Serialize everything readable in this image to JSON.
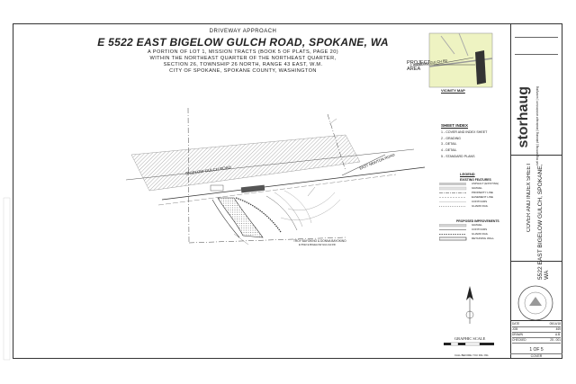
{
  "header": {
    "kicker": "DRIVEWAY APPROACH",
    "title": "E 5522 EAST BIGELOW GULCH ROAD, SPOKANE, WA",
    "description_lines": [
      "A PORTION OF LOT 1, MISSION TRACTS (BOOK 5 OF PLATS, PAGE 20)",
      "WITHIN THE NORTHEAST QUARTER OF THE NORTHEAST QUARTER,",
      "SECTION 26, TOWNSHIP 26 NORTH, RANGE 43 EAST, W.M.",
      "CITY OF SPOKANE, SPOKANE COUNTY, WASHINGTON"
    ]
  },
  "vicinity_map": {
    "caption": "VICINITY MAP",
    "project_label": "PROJECT\nAREA",
    "road_label": "E BIGELOW GULCH RD"
  },
  "sheet_index": {
    "heading": "SHEET INDEX",
    "items": [
      "1 - COVER AND INDEX SHEET",
      "2 - GRADING",
      "3 - DETAIL",
      "4 - DETAIL",
      "5 - STANDARD PLANS"
    ]
  },
  "legend": {
    "heading": "LEGEND",
    "existing_heading": "EXISTING FEATURES",
    "existing_items": [
      "ASPHALT (EXISTING)",
      "GRAVEL",
      "PROPERTY LINE",
      "EASEMENT LINE",
      "CONTOURS",
      "GUARD RAIL"
    ],
    "proposed_heading": "PROPOSED IMPROVEMENTS",
    "proposed_items": [
      "GRAVEL",
      "CONTOURS",
      "GUARD RAIL",
      "RETAINING WALL"
    ]
  },
  "plan": {
    "road_label": "BIGELOW GULCH ROAD",
    "east_road_label": "EAST NEWTON ROAD",
    "owners_label": "TROY BAYOKINO & DONNA BAYOKINO",
    "owners_sub": "E 5522 E BIGELOW GULCH RD"
  },
  "graphic_scale": {
    "title": "GRAPHIC SCALE",
    "note": "CALL BEFORE YOU DIG: 811"
  },
  "title_block": {
    "company_name": "storhaug",
    "company_tag": "civil engineering | planning | landscape architecture | surveying",
    "sheet_title": "COVER AND INDEX SHEET",
    "sheet_subtitle": "5522 EAST BIGELOW GULCH, SPOKANE, WA",
    "date_label": "DATE",
    "date": "05/14/18",
    "job_label": "JOB",
    "job": "469",
    "drawn_label": "DRAWN",
    "drawn": "A.B.",
    "checked_label": "CHECKED",
    "checked": "25 - 001",
    "sheet_number": "1 OF 5",
    "sheet_name": "COVER"
  },
  "colors": {
    "line": "#333333",
    "hatch": "#b5b5b5",
    "map_bg": "#eef3c2",
    "building": "#333333"
  }
}
